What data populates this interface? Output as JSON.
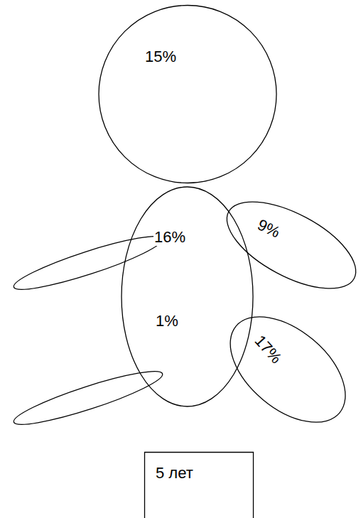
{
  "diagram": {
    "nodes": [
      {
        "text": [
          "15%"
        ]
      },
      {
        "text": [
          "16%",
          "1%"
        ]
      },
      {
        "text": [
          "9%"
        ]
      },
      {
        "text": [
          "17%"
        ]
      },
      {
        "text": [
          "5 лет"
        ]
      }
    ]
  }
}
